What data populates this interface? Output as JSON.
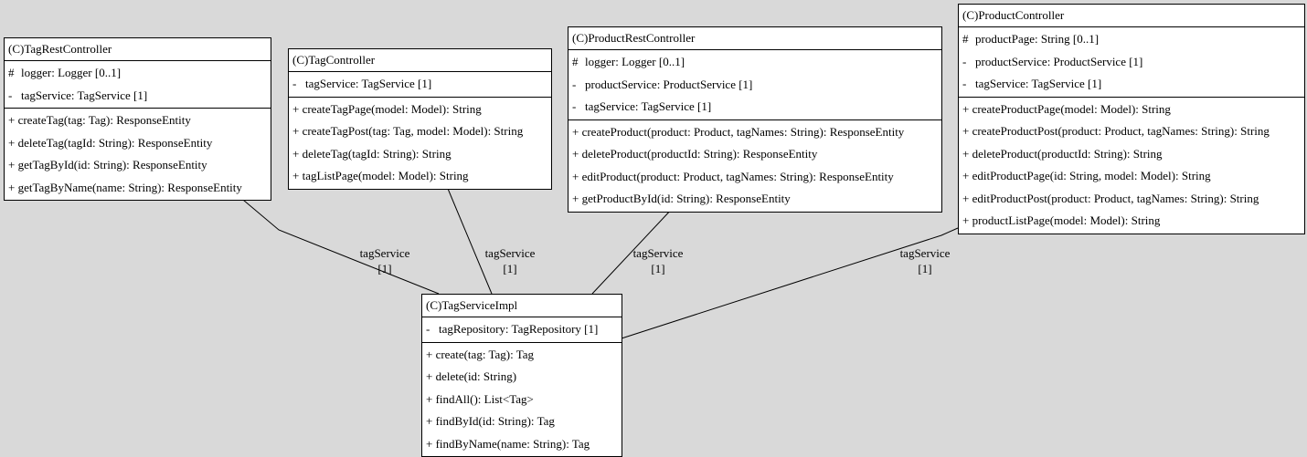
{
  "classes": {
    "tag_rest_controller": {
      "title": "(C)TagRestController",
      "attributes": [
        {
          "vis": "#",
          "text": "logger: Logger [0..1]"
        },
        {
          "vis": "-",
          "text": "tagService: TagService [1]"
        }
      ],
      "methods": [
        "+ createTag(tag: Tag): ResponseEntity",
        "+ deleteTag(tagId: String): ResponseEntity",
        "+ getTagById(id: String): ResponseEntity",
        "+ getTagByName(name: String): ResponseEntity"
      ]
    },
    "tag_controller": {
      "title": "(C)TagController",
      "attributes": [
        {
          "vis": "-",
          "text": "tagService: TagService [1]"
        }
      ],
      "methods": [
        "+ createTagPage(model: Model): String",
        "+ createTagPost(tag: Tag, model: Model): String",
        "+ deleteTag(tagId: String): String",
        "+ tagListPage(model: Model): String"
      ]
    },
    "product_rest_controller": {
      "title": "(C)ProductRestController",
      "attributes": [
        {
          "vis": "#",
          "text": "logger: Logger [0..1]"
        },
        {
          "vis": "-",
          "text": "productService: ProductService [1]"
        },
        {
          "vis": "-",
          "text": "tagService: TagService [1]"
        }
      ],
      "methods": [
        "+ createProduct(product: Product, tagNames: String): ResponseEntity",
        "+ deleteProduct(productId: String): ResponseEntity",
        "+ editProduct(product: Product, tagNames: String): ResponseEntity",
        "+ getProductById(id: String): ResponseEntity"
      ]
    },
    "product_controller": {
      "title": "(C)ProductController",
      "attributes": [
        {
          "vis": "#",
          "text": "productPage: String [0..1]"
        },
        {
          "vis": "-",
          "text": "productService: ProductService [1]"
        },
        {
          "vis": "-",
          "text": "tagService: TagService [1]"
        }
      ],
      "methods": [
        "+ createProductPage(model: Model): String",
        "+ createProductPost(product: Product, tagNames: String): String",
        "+ deleteProduct(productId: String): String",
        "+ editProductPage(id: String, model: Model): String",
        "+ editProductPost(product: Product, tagNames: String): String",
        "+ productListPage(model: Model): String"
      ]
    },
    "tag_service_impl": {
      "title": "(C)TagServiceImpl",
      "attributes": [
        {
          "vis": "-",
          "text": "tagRepository: TagRepository [1]"
        }
      ],
      "methods": [
        "+ create(tag: Tag): Tag",
        "+ delete(id: String)",
        "+ findAll(): List<Tag>",
        "+ findById(id: String): Tag",
        "+ findByName(name: String): Tag"
      ]
    }
  },
  "associations": [
    {
      "role": "tagService",
      "multiplicity": "[1]"
    },
    {
      "role": "tagService",
      "multiplicity": "[1]"
    },
    {
      "role": "tagService",
      "multiplicity": "[1]"
    },
    {
      "role": "tagService",
      "multiplicity": "[1]"
    }
  ]
}
